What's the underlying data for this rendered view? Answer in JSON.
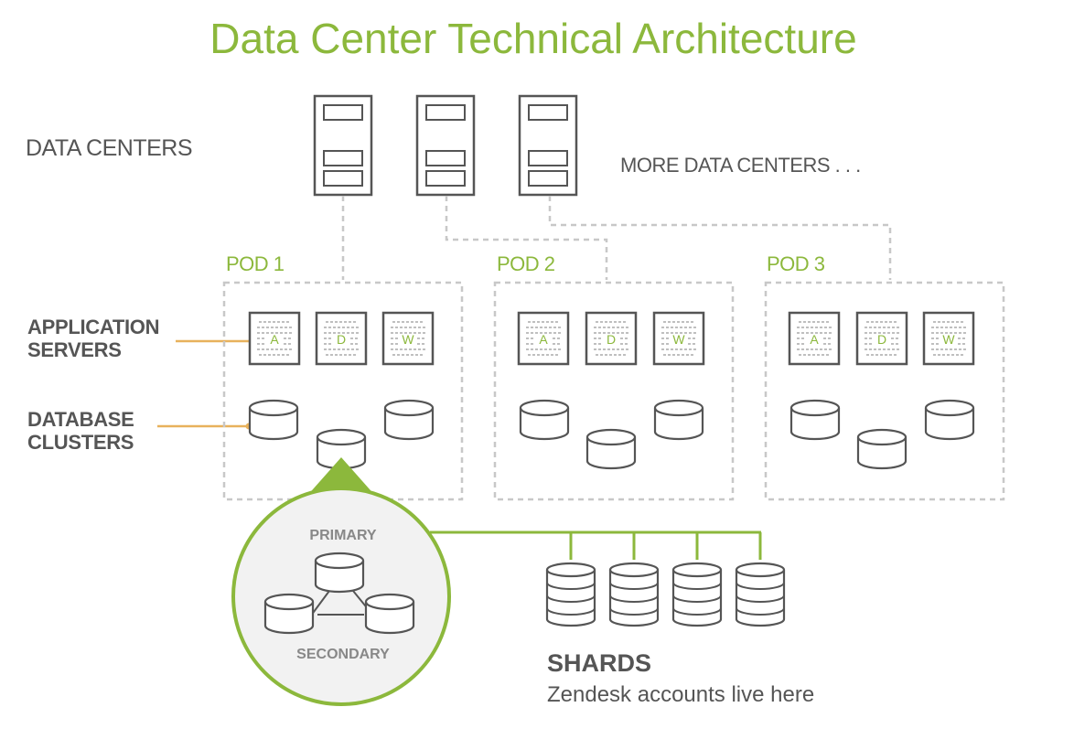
{
  "title": "Data Center Technical Architecture",
  "labels": {
    "data_centers": "DATA CENTERS",
    "more_data_centers": "MORE DATA CENTERS . . .",
    "application_servers_1": "APPLICATION",
    "application_servers_2": "SERVERS",
    "database_clusters_1": "DATABASE",
    "database_clusters_2": "CLUSTERS"
  },
  "pods": [
    {
      "name": "POD 1",
      "servers": [
        "A",
        "D",
        "W"
      ]
    },
    {
      "name": "POD 2",
      "servers": [
        "A",
        "D",
        "W"
      ]
    },
    {
      "name": "POD 3",
      "servers": [
        "A",
        "D",
        "W"
      ]
    }
  ],
  "cluster_detail": {
    "primary": "PRIMARY",
    "secondary": "SECONDARY"
  },
  "shards": {
    "title": "SHARDS",
    "subtitle": "Zendesk accounts live here"
  },
  "colors": {
    "accent": "#8cb83c",
    "callout": "#e8b15c",
    "line": "#555555",
    "dashed": "#c8c8c8",
    "text": "#444444"
  }
}
